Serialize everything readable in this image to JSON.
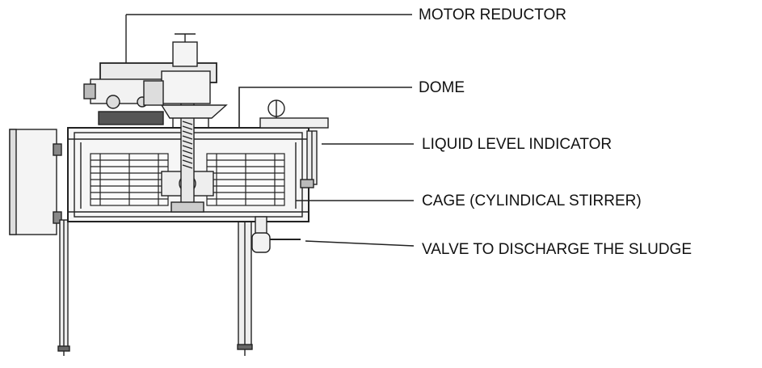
{
  "diagram": {
    "labels": {
      "motor_reductor": "MOTOR REDUCTOR",
      "dome": "DOME",
      "liquid_level_indicator": "LIQUID LEVEL INDICATOR",
      "cage": "CAGE (CYLINDICAL STIRRER)",
      "valve": "VALVE TO DISCHARGE THE SLUDGE"
    }
  }
}
